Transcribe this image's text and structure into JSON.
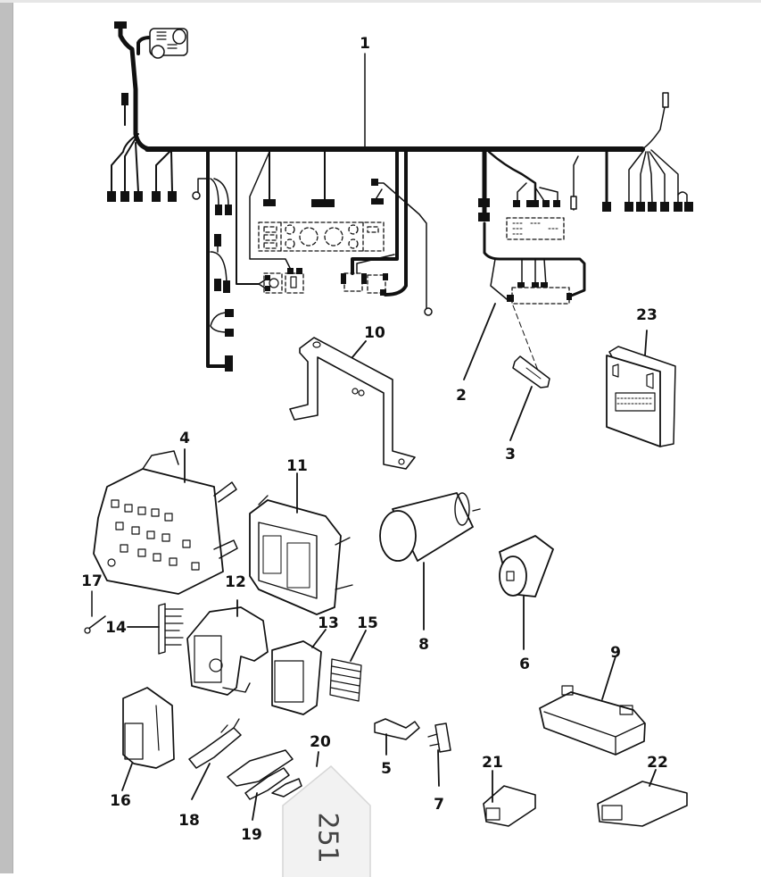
{
  "document": {
    "type": "exploded parts diagram - instrument panel wiring harness & connectors",
    "page_number": "251"
  },
  "callouts": [
    {
      "id": "1",
      "part": "main-wiring-harness"
    },
    {
      "id": "2",
      "part": "harness-lamp-socket"
    },
    {
      "id": "3",
      "part": "bulb"
    },
    {
      "id": "4",
      "part": "fuse-relay-block"
    },
    {
      "id": "5",
      "part": "blade-fuse"
    },
    {
      "id": "6",
      "part": "flasher-small"
    },
    {
      "id": "7",
      "part": "circuit-breaker"
    },
    {
      "id": "8",
      "part": "flasher-large"
    },
    {
      "id": "9",
      "part": "module-connector-housing"
    },
    {
      "id": "10",
      "part": "mounting-bracket"
    },
    {
      "id": "11",
      "part": "bulkhead-connector"
    },
    {
      "id": "12",
      "part": "connector-with-cover"
    },
    {
      "id": "13",
      "part": "connector-body"
    },
    {
      "id": "14",
      "part": "terminal-lock-comb-left"
    },
    {
      "id": "15",
      "part": "terminal-lock-comb-right"
    },
    {
      "id": "16",
      "part": "connector-housing"
    },
    {
      "id": "17",
      "part": "screw"
    },
    {
      "id": "18",
      "part": "terminal-female"
    },
    {
      "id": "19",
      "part": "terminal-pair"
    },
    {
      "id": "20",
      "part": "terminal-small"
    },
    {
      "id": "21",
      "part": "connector-small"
    },
    {
      "id": "22",
      "part": "connector-large"
    },
    {
      "id": "23",
      "part": "electronic-module"
    }
  ]
}
